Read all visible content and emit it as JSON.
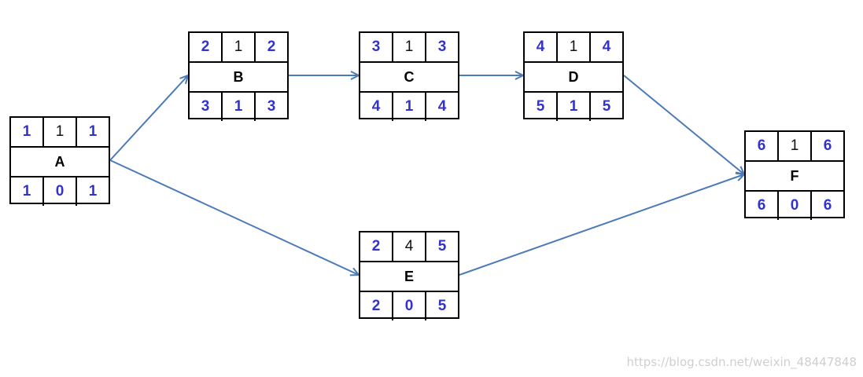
{
  "colors": {
    "arrow": "#4a7ab8",
    "early_late": "#3333cc",
    "text": "#000000"
  },
  "nodes": [
    {
      "id": "A",
      "name": "A",
      "es": "1",
      "duration": "1",
      "ef": "1",
      "ls": "1",
      "slack": "0",
      "lf": "1"
    },
    {
      "id": "B",
      "name": "B",
      "es": "2",
      "duration": "1",
      "ef": "2",
      "ls": "3",
      "slack": "1",
      "lf": "3"
    },
    {
      "id": "C",
      "name": "C",
      "es": "3",
      "duration": "1",
      "ef": "3",
      "ls": "4",
      "slack": "1",
      "lf": "4"
    },
    {
      "id": "D",
      "name": "D",
      "es": "4",
      "duration": "1",
      "ef": "4",
      "ls": "5",
      "slack": "1",
      "lf": "5"
    },
    {
      "id": "E",
      "name": "E",
      "es": "2",
      "duration": "4",
      "ef": "5",
      "ls": "2",
      "slack": "0",
      "lf": "5"
    },
    {
      "id": "F",
      "name": "F",
      "es": "6",
      "duration": "1",
      "ef": "6",
      "ls": "6",
      "slack": "0",
      "lf": "6"
    }
  ],
  "edges": [
    {
      "from": "A",
      "to": "B"
    },
    {
      "from": "A",
      "to": "E"
    },
    {
      "from": "B",
      "to": "C"
    },
    {
      "from": "C",
      "to": "D"
    },
    {
      "from": "D",
      "to": "F"
    },
    {
      "from": "E",
      "to": "F"
    }
  ],
  "watermark": "https://blog.csdn.net/weixin_48447848"
}
